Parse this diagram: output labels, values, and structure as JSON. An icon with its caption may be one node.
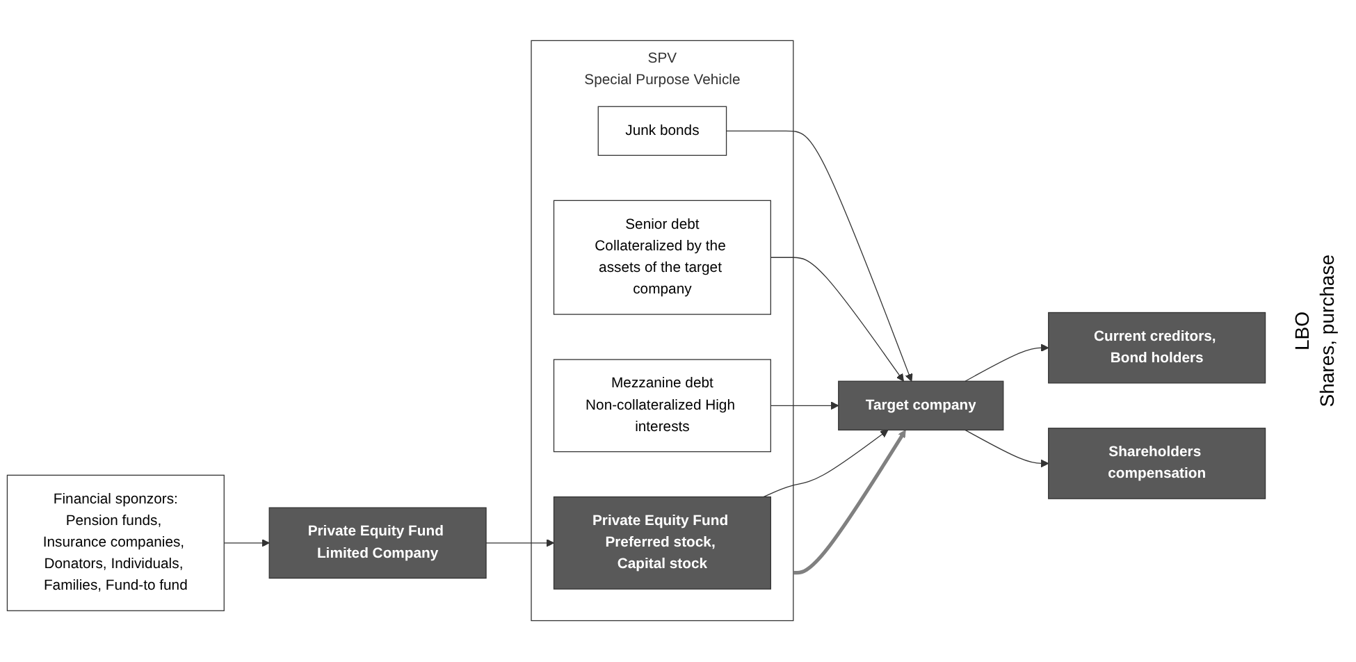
{
  "diagram": {
    "nodes": [
      {
        "text": [
          "Financial sponzors:",
          "Pension funds, Insurance companies, Donators, Individuals, Families, Fund-to fund"
        ]
      },
      {
        "text": [
          "Private Equity Fund Limited Company"
        ]
      },
      {
        "text": [
          "SPV",
          "Special Purpose Vehicle"
        ]
      },
      {
        "text": [
          "Junk bonds"
        ],
        "in": 2
      },
      {
        "text": [
          "Senior debt",
          "Collateralized by the assets of the target company"
        ],
        "in": 2
      },
      {
        "text": [
          "Mezzanine debt",
          "Non-collateralized High interests"
        ],
        "in": 2
      },
      {
        "text": [
          "Private Equity Fund Preferred stock, Capital stock"
        ],
        "in": 2
      },
      {
        "text": [
          "Target company"
        ]
      },
      {
        "text": [
          "Current creditors, Bond holders"
        ]
      },
      {
        "text": [
          "Shareholders compensation"
        ]
      }
    ],
    "edges": [
      {
        "from": 0,
        "to": 1,
        "arrow": "to"
      },
      {
        "from": 1,
        "to": 6,
        "arrow": "to"
      },
      {
        "from": 3,
        "to": 7,
        "arrow": "to"
      },
      {
        "from": 4,
        "to": 7,
        "arrow": "to"
      },
      {
        "from": 5,
        "to": 7,
        "arrow": "to"
      },
      {
        "from": 6,
        "to": 7,
        "arrow": "to"
      },
      {
        "from": 7,
        "to": 8,
        "arrow": "to"
      },
      {
        "from": 7,
        "to": 9,
        "arrow": "to"
      },
      {
        "from": 2,
        "to": 7,
        "arrow": "to",
        "style": "thick",
        "color": "#808080"
      }
    ],
    "labels": [
      "LBO",
      "Shares, purchase"
    ]
  }
}
